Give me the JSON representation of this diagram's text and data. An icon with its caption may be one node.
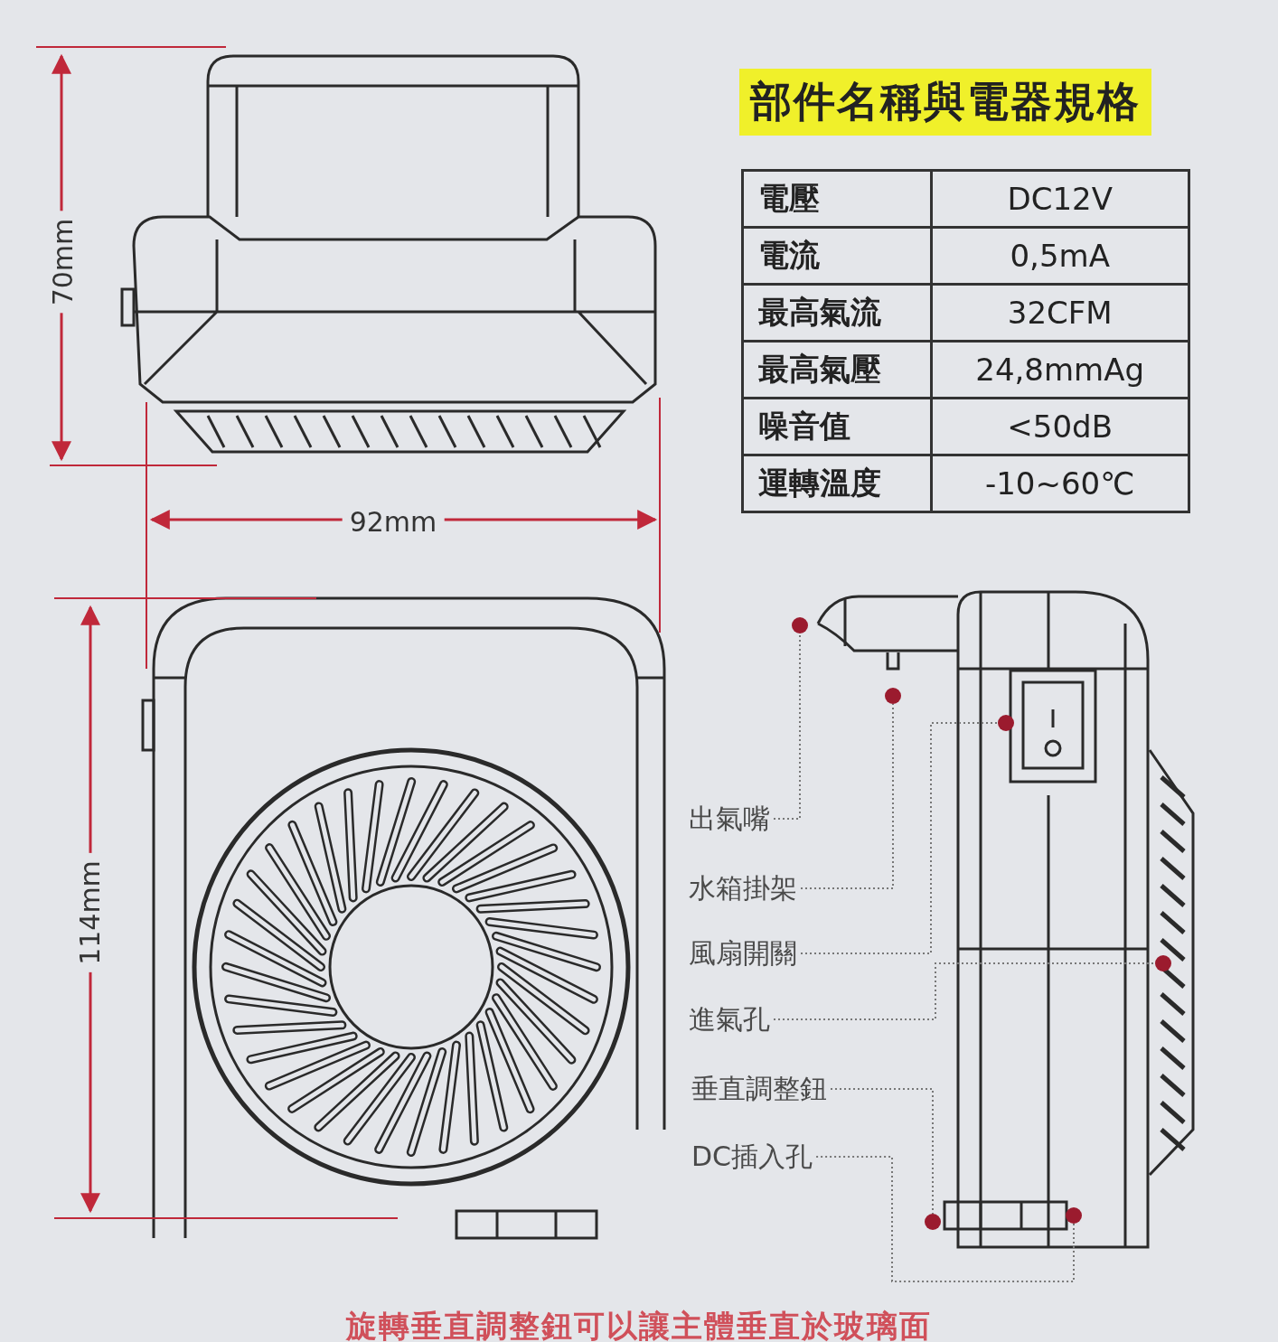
{
  "diagram": {
    "title": "部件名稱與電器規格",
    "caption": "旋轉垂直調整鈕可以讓主體垂直於玻璃面",
    "nodes": [
      {
        "text": [
          "出氣嘴"
        ]
      },
      {
        "text": [
          "水箱掛架"
        ]
      },
      {
        "text": [
          "風扇開關"
        ]
      },
      {
        "text": [
          "進氣孔"
        ]
      },
      {
        "text": [
          "垂直調整鈕"
        ]
      },
      {
        "text": [
          "DC插入孔"
        ]
      },
      {
        "text": [],
        "shape": "circle"
      },
      {
        "text": [],
        "shape": "circle"
      },
      {
        "text": [],
        "shape": "circle"
      },
      {
        "text": [],
        "shape": "circle"
      },
      {
        "text": [],
        "shape": "circle"
      },
      {
        "text": [],
        "shape": "circle"
      }
    ],
    "edges": [
      {
        "from": 0,
        "to": 6,
        "arrow": "none"
      },
      {
        "from": 1,
        "to": 7,
        "arrow": "none"
      },
      {
        "from": 2,
        "to": 8,
        "arrow": "none"
      },
      {
        "from": 3,
        "to": 9,
        "arrow": "none"
      },
      {
        "from": 4,
        "to": 10,
        "arrow": "none"
      },
      {
        "from": 5,
        "to": 11,
        "arrow": "none"
      }
    ],
    "labels": [
      "70mm",
      "92mm",
      "114mm",
      "電壓",
      "DC12V",
      "電流",
      "0,5mA",
      "最高氣流",
      "32CFM",
      "最高氣壓",
      "24,8mmAg",
      "噪音值",
      "<50dB",
      "運轉溫度",
      "-10~60℃"
    ]
  }
}
